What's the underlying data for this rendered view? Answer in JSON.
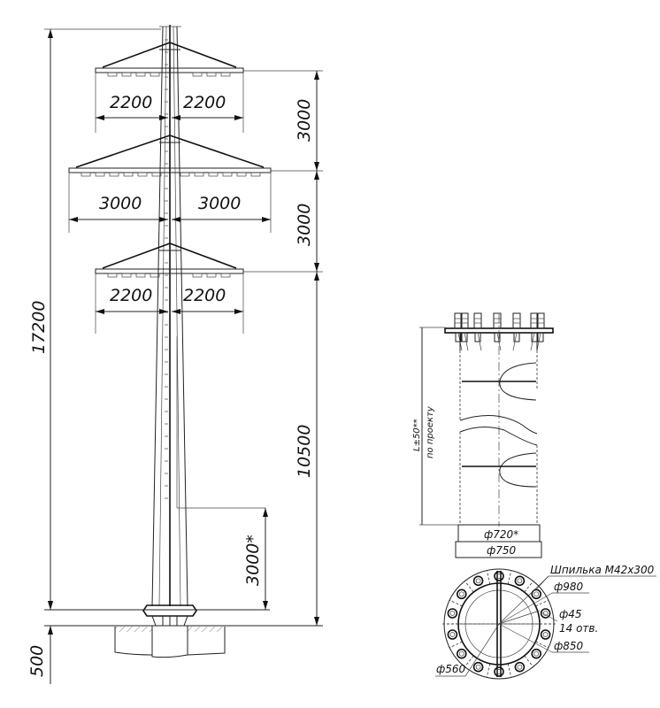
{
  "tower": {
    "arm1": {
      "left": "2200",
      "right": "2200"
    },
    "arm2": {
      "left": "3000",
      "right": "3000"
    },
    "arm3": {
      "left": "2200",
      "right": "2200"
    },
    "spacing1": "3000",
    "spacing2": "3000",
    "shaft": "10500",
    "total_height": "17200",
    "ladder": "3000*",
    "foundation": "500"
  },
  "detail": {
    "length": "L±50**",
    "length_note": "по проекту",
    "inner_diameter": "ф720*",
    "outer_diameter": "ф750"
  },
  "flange_plan": {
    "stud": "Шпилька М42х300",
    "d980": "ф980",
    "hole_d": "ф45",
    "holes_count": "14 отв.",
    "d850": "ф850",
    "d560": "ф560"
  }
}
